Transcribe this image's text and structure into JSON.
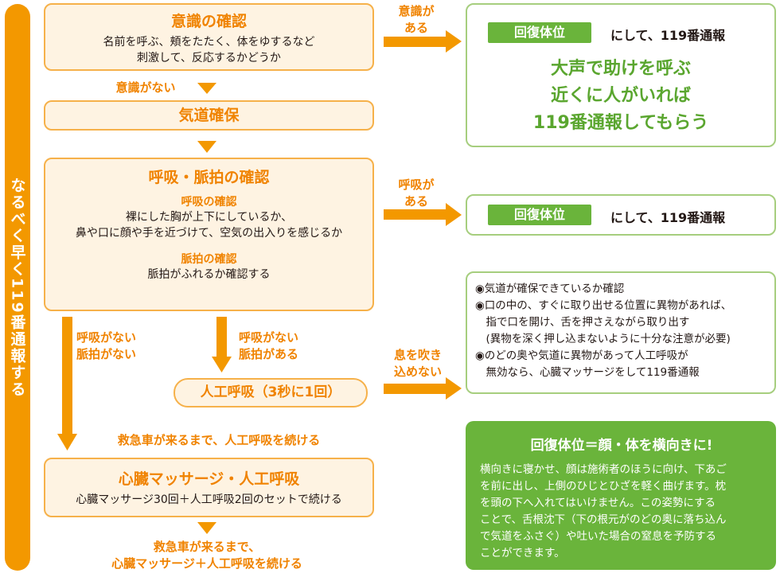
{
  "side_label": "なるべく早く119番通報する",
  "consciousness": {
    "title": "意識の確認",
    "lines": [
      "名前を呼ぶ、頬をたたく、体をゆするなど",
      "刺激して、反応するかどうか"
    ]
  },
  "label_conscious": [
    "意識が",
    "ある"
  ],
  "recovery_box_1": {
    "badge": "回復体位",
    "text": "にして、119番通報",
    "call_lines": [
      "大声で助けを呼ぶ",
      "近くに人がいれば",
      "119番通報してもらう"
    ]
  },
  "label_no_consciousness": "意識がない",
  "airway": {
    "title": "気道確保"
  },
  "breathing_pulse": {
    "title": "呼吸・脈拍の確認",
    "breath_sub": "呼吸の確認",
    "breath_lines": [
      "裸にした胸が上下にしているか、",
      "鼻や口に顔や手を近づけて、空気の出入りを感じるか"
    ],
    "pulse_sub": "脈拍の確認",
    "pulse_line": "脈拍がふれるか確認する"
  },
  "label_breathing": [
    "呼吸が",
    "ある"
  ],
  "recovery_box_2": {
    "badge": "回復体位",
    "text": "にして、119番通報"
  },
  "notes": [
    "◉気道が確保できているか確認",
    "◉口の中の、すぐに取り出せる位置に異物があれば、",
    "　指で口を開け、舌を押さえながら取り出す",
    "　(異物を深く押し込まないように十分な注意が必要)",
    "◉のどの奥や気道に異物があって人工呼吸が",
    "　無効なら、心臓マッサージをして119番通報"
  ],
  "label_no_breath_no_pulse": [
    "呼吸がない",
    "脈拍がない"
  ],
  "label_no_breath_pulse": [
    "呼吸がない",
    "脈拍がある"
  ],
  "label_cannot_blow": [
    "息を吹き",
    "込めない"
  ],
  "artificial_breathing": "人工呼吸（3秒に1回）",
  "continue_breathing": "救急車が来るまで、人工呼吸を続ける",
  "cpr": {
    "title": "心臓マッサージ・人工呼吸",
    "line": "心臓マッサージ30回＋人工呼吸2回のセットで続ける"
  },
  "continue_cpr": [
    "救急車が来るまで、",
    "心臓マッサージ＋人工呼吸を続ける"
  ],
  "recovery_position": {
    "title": "回復体位＝顔・体を横向きに!",
    "lines": [
      "横向きに寝かせ、顔は施術者のほうに向け、下あご",
      "を前に出し、上側のひじとひざを軽く曲げます。枕",
      "を頭の下へ入れてはいけません。この姿勢にする",
      "ことで、舌根沈下（下の根元がのどの奥に落ち込ん",
      "で気道をふさぐ）や吐いた場合の窒息を予防する",
      "ことができます。"
    ]
  },
  "colors": {
    "orange": "#f39800",
    "orange_text": "#f08300",
    "green": "#6ab43b",
    "green_border": "#a6ce7e"
  }
}
